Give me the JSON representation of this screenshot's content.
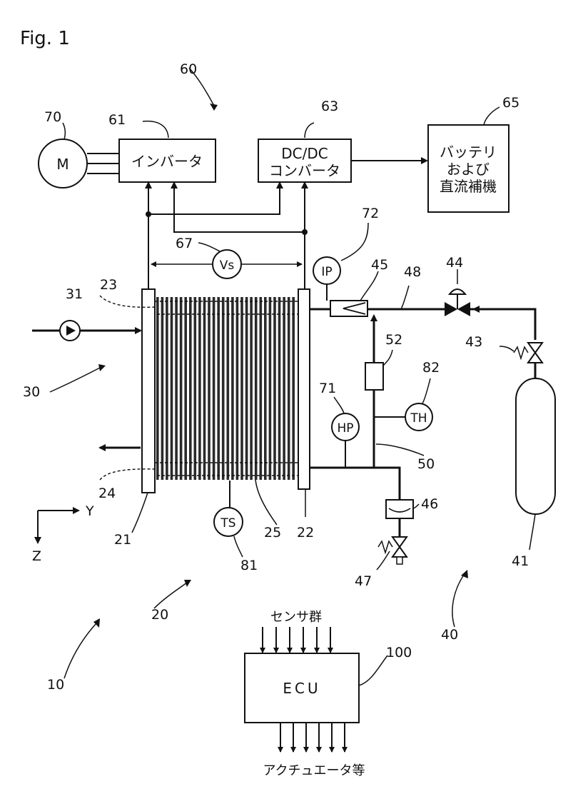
{
  "figure": {
    "title": "Fig. 1"
  },
  "blocks": {
    "motor": "M",
    "inverter": "インバータ",
    "dcdc_line1": "DC/DC",
    "dcdc_line2": "コンバータ",
    "battery_line1": "バッテリ",
    "battery_line2": "および",
    "battery_line3": "直流補機",
    "ecu": "ECU"
  },
  "sensors": {
    "voltage": "Vs",
    "injection_pressure": "IP",
    "high_pressure": "HP",
    "temperature": "TH",
    "stack_temperature": "TS"
  },
  "axes": {
    "y": "Y",
    "z": "Z"
  },
  "ecu_io": {
    "inputs": "センサ群",
    "outputs": "アクチュエータ等"
  },
  "refs": {
    "r10": "10",
    "r20": "20",
    "r21": "21",
    "r22": "22",
    "r23": "23",
    "r24": "24",
    "r25": "25",
    "r30": "30",
    "r31": "31",
    "r40": "40",
    "r41": "41",
    "r43": "43",
    "r44": "44",
    "r45": "45",
    "r46": "46",
    "r47": "47",
    "r48": "48",
    "r50": "50",
    "r52": "52",
    "r60": "60",
    "r61": "61",
    "r63": "63",
    "r65": "65",
    "r67": "67",
    "r70": "70",
    "r71": "71",
    "r72": "72",
    "r81": "81",
    "r82": "82",
    "r100": "100"
  }
}
